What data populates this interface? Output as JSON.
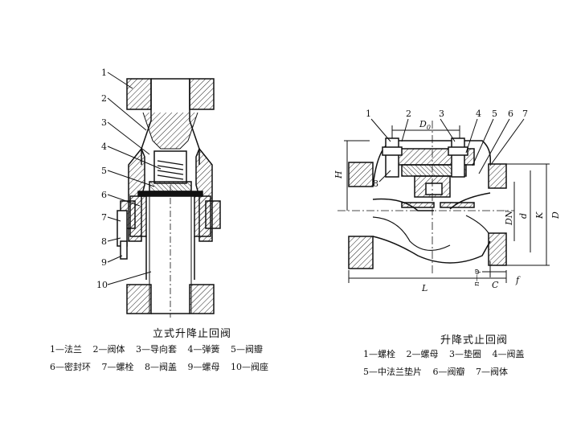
{
  "left_figure": {
    "caption": "立式升降止回阀",
    "callouts": [
      "1",
      "2",
      "3",
      "4",
      "5",
      "6",
      "7",
      "8",
      "9",
      "10"
    ],
    "legend_rows": [
      [
        "1—法兰",
        "2—阀体",
        "3—导向套",
        "4—弹簧",
        "5—阀瓣"
      ],
      [
        "6—密封环",
        "7—螺栓",
        "8—阀盖",
        "9—螺母",
        "10—阀座"
      ]
    ]
  },
  "right_figure": {
    "caption": "升降式止回阀",
    "callouts": [
      "1",
      "2",
      "3",
      "4",
      "5",
      "6",
      "7",
      "8"
    ],
    "dimensions": {
      "D0": "D",
      "D0_sub": "0",
      "H": "H",
      "DN": "DN",
      "d": "d",
      "K": "K",
      "D": "D",
      "L": "L",
      "C": "C",
      "f": "f",
      "n_phi": "n—φ"
    },
    "legend_rows": [
      [
        "1—螺栓",
        "2—螺母",
        "3—垫圈",
        "4—阀盖"
      ],
      [
        "5—中法兰垫片",
        "6—阀瓣",
        "7—阀体"
      ]
    ]
  }
}
